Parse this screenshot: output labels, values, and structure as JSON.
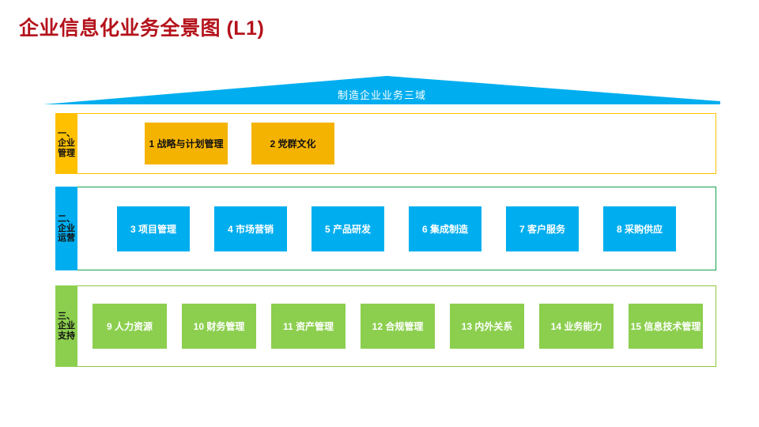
{
  "page": {
    "title": "企业信息化业务全景图 (L1)"
  },
  "roof": {
    "label": "制造企业业务三域",
    "color": "#00AEEF"
  },
  "rows": [
    {
      "tab_label_lines": [
        "一、",
        "企业",
        "管理"
      ],
      "tab_color": "#FFC000",
      "frame_color": "#FFC000",
      "box_color": "#F5B301",
      "box_text_color": "#111111",
      "items": [
        {
          "label": "1 战略与计划管理"
        },
        {
          "label": "2 党群文化"
        }
      ]
    },
    {
      "tab_label_lines": [
        "二、",
        "企业",
        "运营"
      ],
      "tab_color": "#00AEEF",
      "frame_color": "#14A04A",
      "box_color": "#00AEEF",
      "box_text_color": "#FFFFFF",
      "items": [
        {
          "label": "3 项目管理"
        },
        {
          "label": "4 市场营销"
        },
        {
          "label": "5 产品研发"
        },
        {
          "label": "6 集成制造"
        },
        {
          "label": "7 客户服务"
        },
        {
          "label": "8 采购供应"
        }
      ]
    },
    {
      "tab_label_lines": [
        "三、",
        "企业",
        "支持"
      ],
      "tab_color": "#8CCF4F",
      "frame_color": "#8DC63F",
      "box_color": "#8CCF4F",
      "box_text_color": "#FFFFFF",
      "items": [
        {
          "label": "9 人力资源"
        },
        {
          "label": "10 财务管理"
        },
        {
          "label": "11 资产管理"
        },
        {
          "label": "12 合规管理"
        },
        {
          "label": "13 内外关系"
        },
        {
          "label": "14 业务能力"
        },
        {
          "label": "15 信息技术管理"
        }
      ]
    }
  ]
}
